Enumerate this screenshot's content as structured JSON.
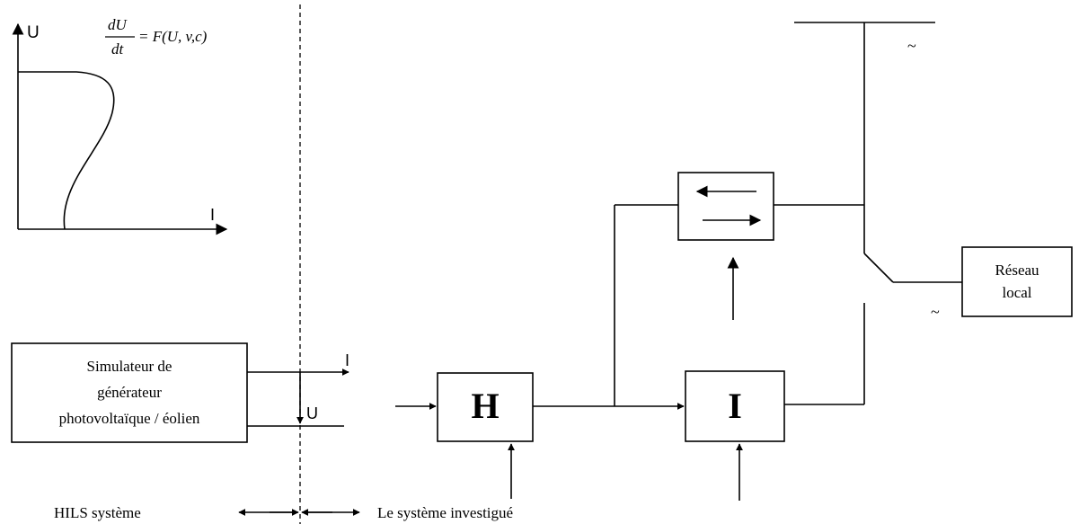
{
  "graph": {
    "y_axis_label": "U",
    "x_axis_label": "I",
    "equation": {
      "numerator": "dU",
      "denominator": "dt",
      "rhs": "= F(U, v,c)"
    }
  },
  "simulator": {
    "line1": "Simulateur de",
    "line2": "générateur",
    "line3": "photovoltaïque / éolien"
  },
  "interface": {
    "current_label": "I",
    "voltage_label": "U"
  },
  "blocks": {
    "h_label": "H",
    "i_label": "I"
  },
  "grid": {
    "label_line1": "Réseau",
    "label_line2": "local",
    "ac_symbol_top": "~",
    "ac_symbol_bottom": "~"
  },
  "footer": {
    "hils_label": "HILS système",
    "investigated_label": "Le système investigué"
  }
}
